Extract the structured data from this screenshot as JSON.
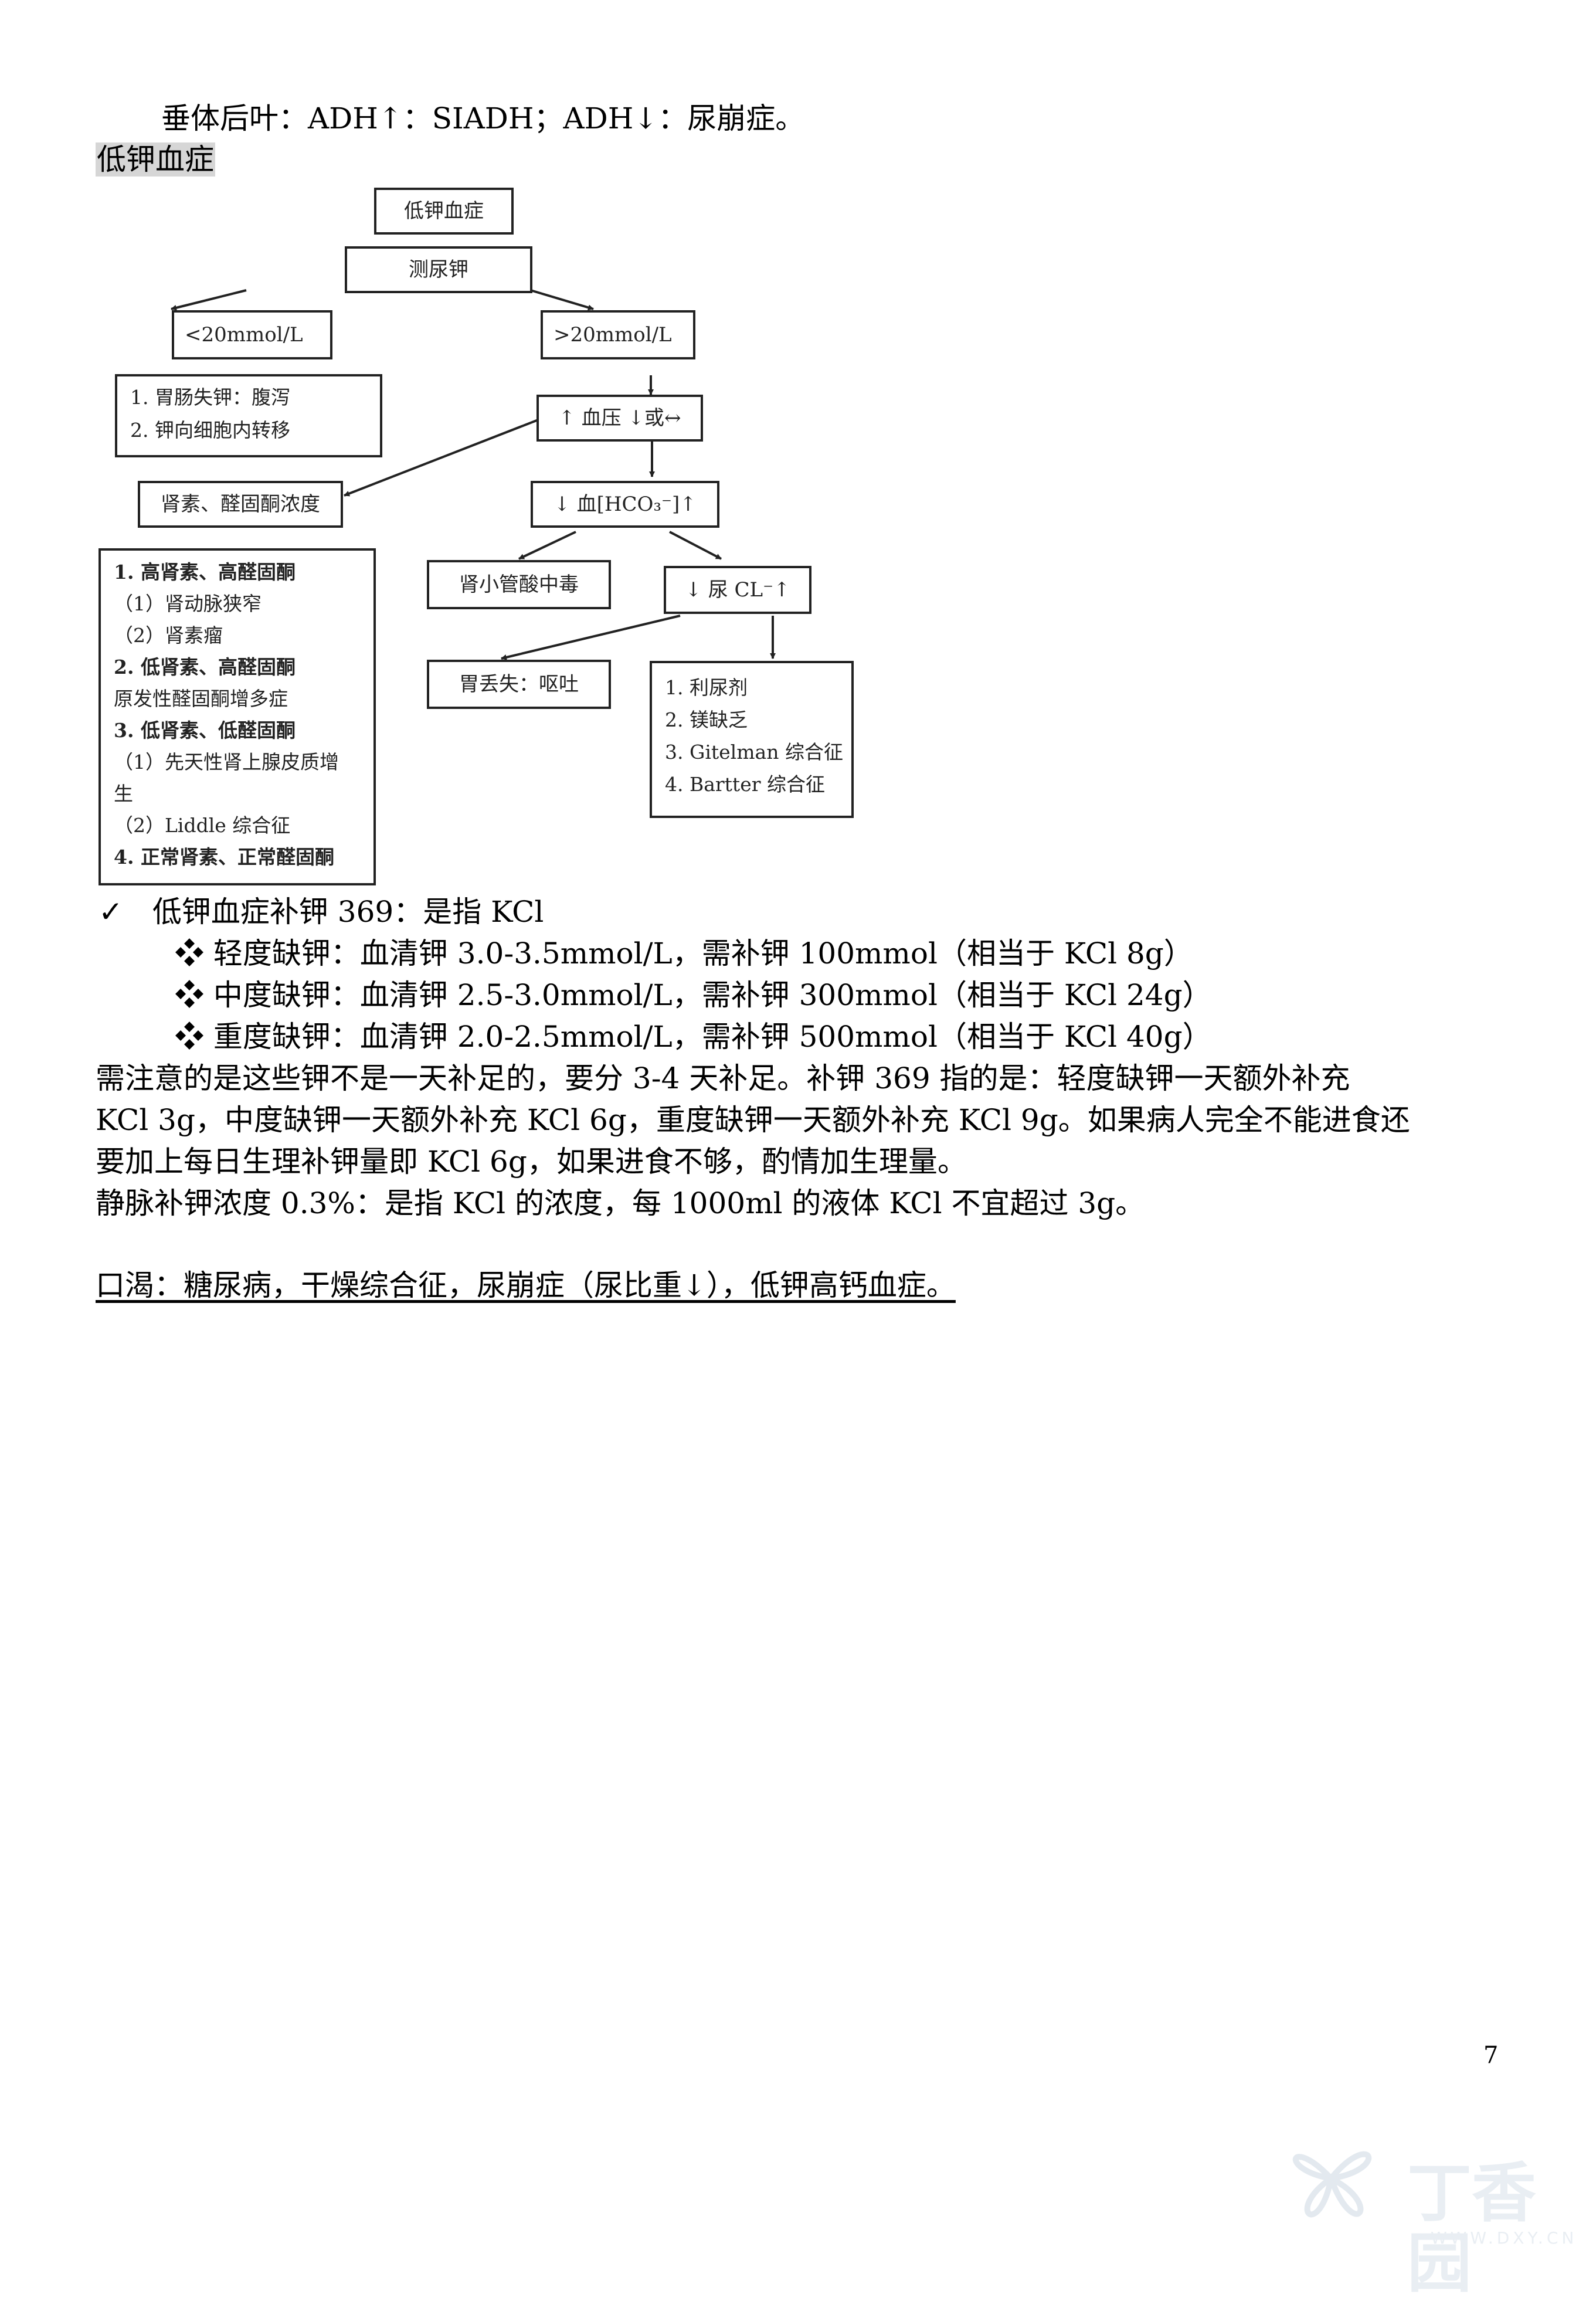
{
  "lines": {
    "l1": "垂体后叶：ADH↑：SIADH；ADH↓：尿崩症。",
    "heading": "低钾血症",
    "check_item": "低钾血症补钾 369：是指 KCl",
    "d1": "轻度缺钾：血清钾 3.0-3.5mmol/L，需补钾 100mmol（相当于 KCl 8g）",
    "d2": "中度缺钾：血清钾 2.5-3.0mmol/L，需补钾 300mmol（相当于 KCl 24g）",
    "d3": "重度缺钾：血清钾 2.0-2.5mmol/L，需补钾 500mmol（相当于 KCl 40g）",
    "p1": "需注意的是这些钾不是一天补足的，要分 3-4 天补足。补钾 369 指的是：轻度缺钾一天额外补充",
    "p2": "KCl 3g，中度缺钾一天额外补充 KCl 6g，重度缺钾一天额外补充 KCl 9g。如果病人完全不能进食还",
    "p3": "要加上每日生理补钾量即 KCl 6g，如果进食不够，酌情加生理量。",
    "p4": "静脉补钾浓度 0.3%：是指 KCl 的浓度，每 1000ml 的液体 KCl 不宜超过 3g。",
    "p5": "口渴：糖尿病，干燥综合征，尿崩症（尿比重↓），低钾高钙血症。"
  },
  "symbols": {
    "check": "✓",
    "diamond": "❖"
  },
  "flowchart": {
    "root": "低钾血症",
    "test": "测尿钾",
    "low": "<20mmol/L",
    "high": ">20mmol/L",
    "low_causes": [
      "1.   胃肠失钾：腹泻",
      "2.   钾向细胞内转移"
    ],
    "bp": "↑ 血压 ↓或↔",
    "renin": "肾素、醛固酮浓度",
    "hco3": "↓ 血[HCO₃⁻]↑",
    "rta": "肾小管酸中毒",
    "ucl": "↓ 尿 CL⁻↑",
    "gastric": "胃丢失：呕吐",
    "renin_list": [
      "1. 高肾素、高醛固酮",
      "（1）肾动脉狭窄",
      "（2）肾素瘤",
      "2. 低肾素、高醛固酮",
      "原发性醛固酮增多症",
      "3. 低肾素、低醛固酮",
      "（1）先天性肾上腺皮质增",
      "生",
      "（2）Liddle 综合征",
      "4. 正常肾素、正常醛固酮"
    ],
    "ucl_list": [
      "1. 利尿剂",
      "2. 镁缺乏",
      "3. Gitelman 综合征",
      "4. Bartter 综合征"
    ]
  },
  "page_number": "7",
  "watermark": {
    "logo": "丁香园",
    "url": "WWW.DXY.CN"
  }
}
